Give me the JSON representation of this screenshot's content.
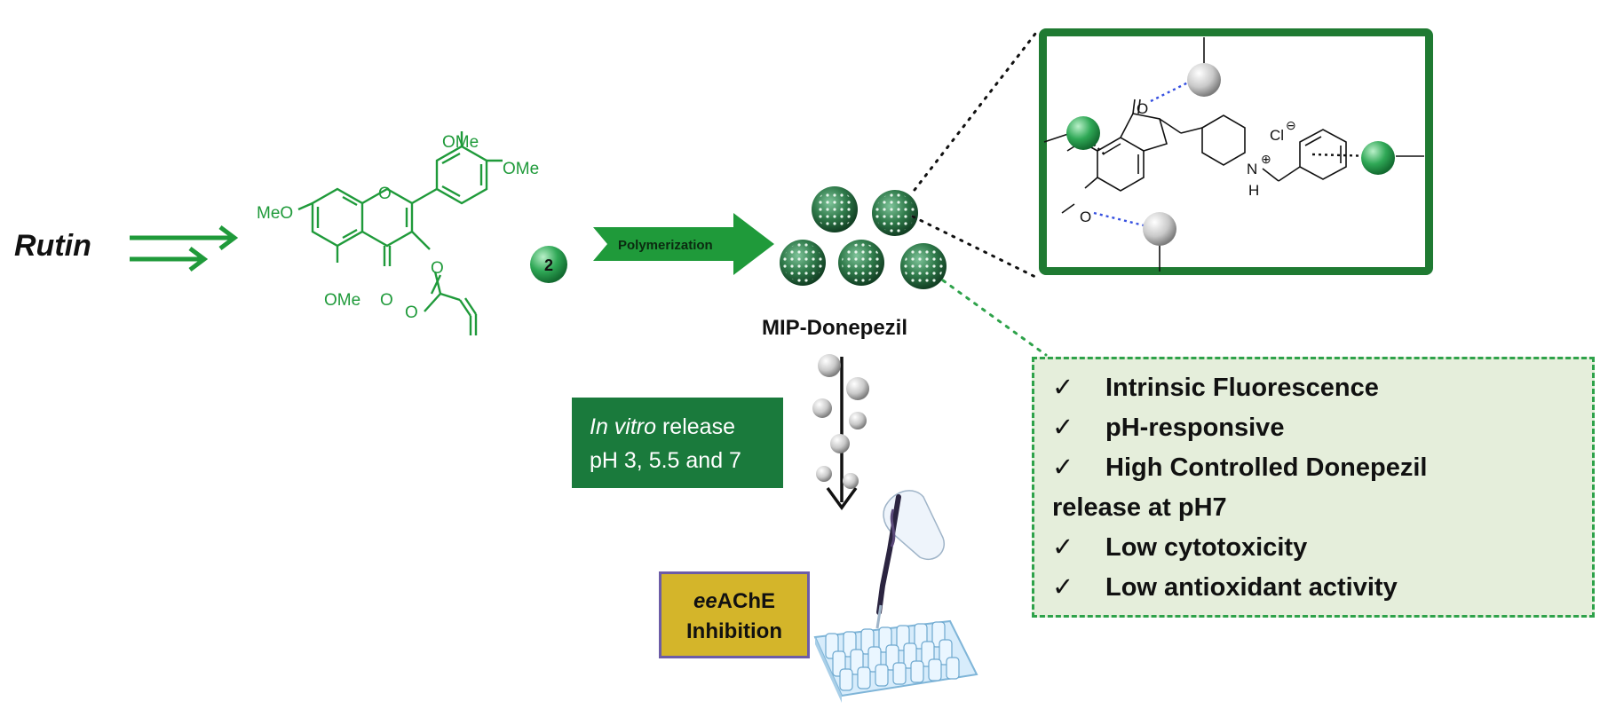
{
  "rutin_label": "Rutin",
  "flavone": {
    "ome_top": "OMe",
    "ome_right": "OMe",
    "meo_left": "MeO",
    "ome_bottom": "OMe",
    "oxo": "O",
    "ring_o": "O",
    "ester_o": "O",
    "carbonyl_o": "O"
  },
  "compound_number": "2",
  "polymerization_label": "Polymerization",
  "mip_label": "MIP-Donepezil",
  "release_box": {
    "italic": "In vitro",
    "rest": " release",
    "line2": "pH 3, 5.5 and 7"
  },
  "assay_box": {
    "italic": "ee",
    "rest": "AChE",
    "line2": "Inhibition"
  },
  "properties": [
    {
      "check": "✓",
      "text": "Intrinsic Fluorescence"
    },
    {
      "check": "✓",
      "text": "pH-responsive"
    },
    {
      "check": "✓",
      "text": "High Controlled Donepezil"
    },
    {
      "check": "",
      "text": "release at pH7"
    },
    {
      "check": "✓",
      "text": "Low cytotoxicity"
    },
    {
      "check": "✓",
      "text": "Low antioxidant activity"
    }
  ],
  "donepezil": {
    "oxo": "O",
    "chloride": "Cl",
    "minus": "⊖",
    "nitrogen": "N",
    "plus": "⊕",
    "hydrogen": "H",
    "methoxy_o": "O"
  },
  "colors": {
    "green_dark": "#1a7a3c",
    "green_chem": "#1f9a3a",
    "frame_green": "#1f7a32",
    "assay_gold": "#d4b52a",
    "panel_bg": "#e5eedb"
  }
}
